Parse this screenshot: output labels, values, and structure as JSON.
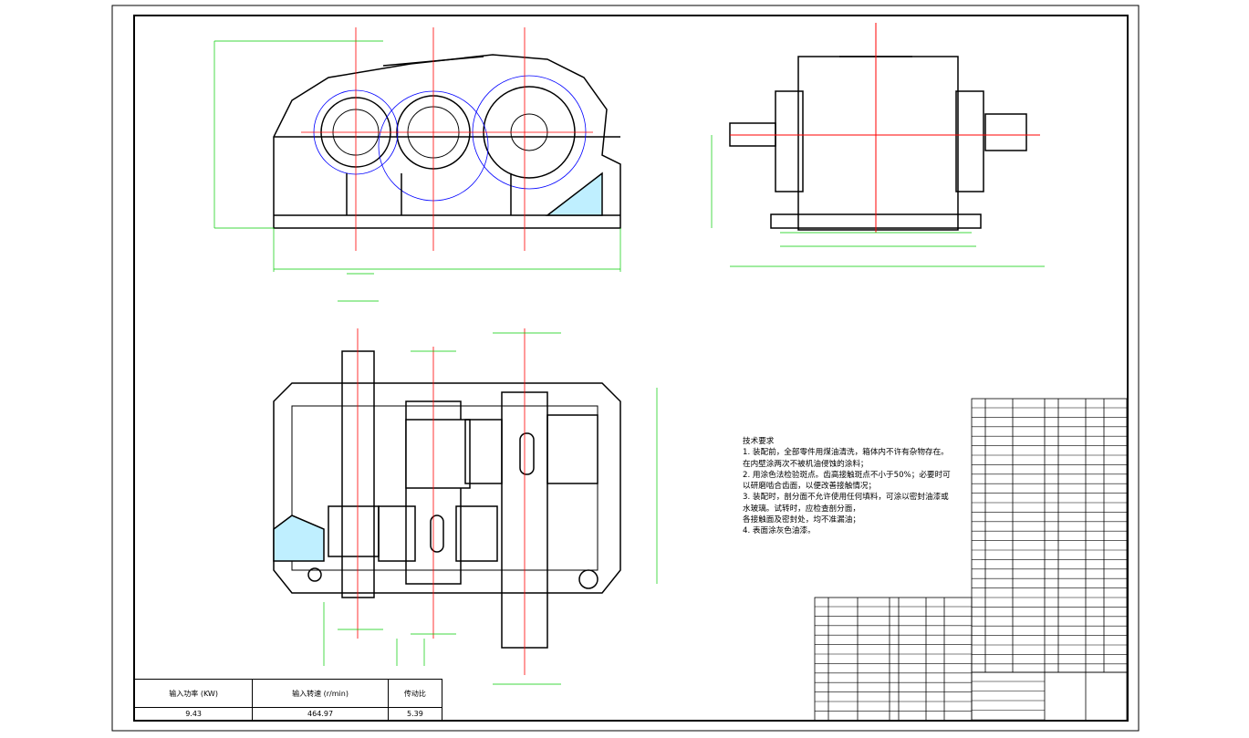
{
  "technical_requirements": {
    "title": "技术要求",
    "lines": [
      "1. 装配前，全部零件用煤油清洗，箱体内不许有杂物存在。",
      "在内壁涂两次不被机油侵蚀的涂料；",
      "2. 用涂色法检验斑点。齿高接触斑点不小于50%；必要时可",
      "以研磨啮合齿面，以便改善接触情况；",
      "3. 装配时，剖分面不允许使用任何填料，可涂以密封油漆或",
      "水玻璃。试转时，应检查剖分面，",
      "各接触面及密封处，均不准漏油；",
      "4. 表面涂灰色油漆。"
    ]
  },
  "parameters": {
    "headers": [
      "输入功率 (KW)",
      "输入转速 (r/min)",
      "传动比"
    ],
    "values": [
      "9.43",
      "464.97",
      "5.39"
    ]
  },
  "colors": {
    "outline": "#000000",
    "dimension": "#00cc00",
    "centerline": "#ff0000",
    "pitch": "#0000ff",
    "hatch": "#00bfff"
  }
}
